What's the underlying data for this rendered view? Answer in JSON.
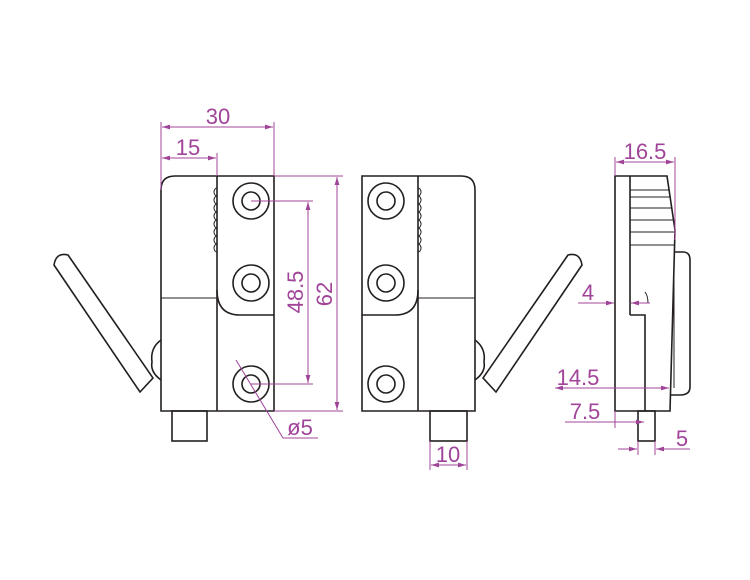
{
  "title": "Latch technical drawing",
  "colors": {
    "outline": "#231f20",
    "dimension": "#a0449a"
  },
  "front_view": {
    "width": "30",
    "half_width": "15",
    "hole_spacing": "48.5",
    "height": "62",
    "hole_diameter": "ø5"
  },
  "rear_view": {
    "pin_width": "10"
  },
  "side_view": {
    "depth": "16.5",
    "wall": "4",
    "body_depth": "14.5",
    "pin_offset": "7.5",
    "pin_width": "5"
  }
}
